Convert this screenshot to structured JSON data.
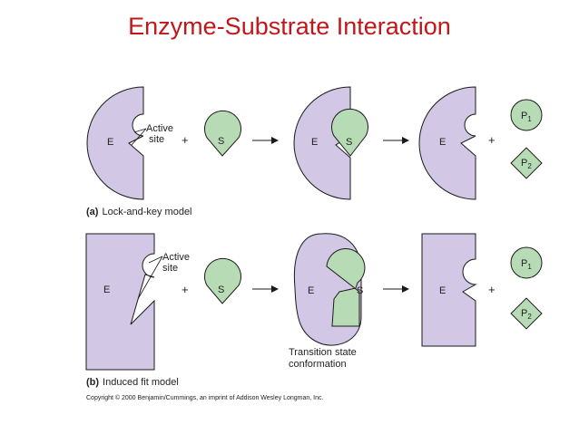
{
  "slide": {
    "title": "Enzyme-Substrate Interaction",
    "title_color": "#c0171b"
  },
  "colors": {
    "enzyme_fill": "#d2c7e4",
    "substrate_fill": "#b7dcb5",
    "outline": "#1a1a1a"
  },
  "panel_a": {
    "caption_letter": "(a)",
    "caption_text": "Lock-and-key model",
    "enzyme_label": "E",
    "substrate_label": "S",
    "active_site_line1": "Active",
    "active_site_line2": "site",
    "plus": "+",
    "product1_letter": "P",
    "product1_sub": "1",
    "product2_letter": "P",
    "product2_sub": "2"
  },
  "panel_b": {
    "caption_letter": "(b)",
    "caption_text": "Induced fit model",
    "enzyme_label": "E",
    "substrate_label": "S",
    "active_site_line1": "Active",
    "active_site_line2": "site",
    "plus": "+",
    "transition_line1": "Transition state",
    "transition_line2": "conformation",
    "product1_letter": "P",
    "product1_sub": "1",
    "product2_letter": "P",
    "product2_sub": "2"
  },
  "copyright": "Copyright © 2000 Benjamin/Cummings, an imprint of Addison Wesley Longman, Inc."
}
